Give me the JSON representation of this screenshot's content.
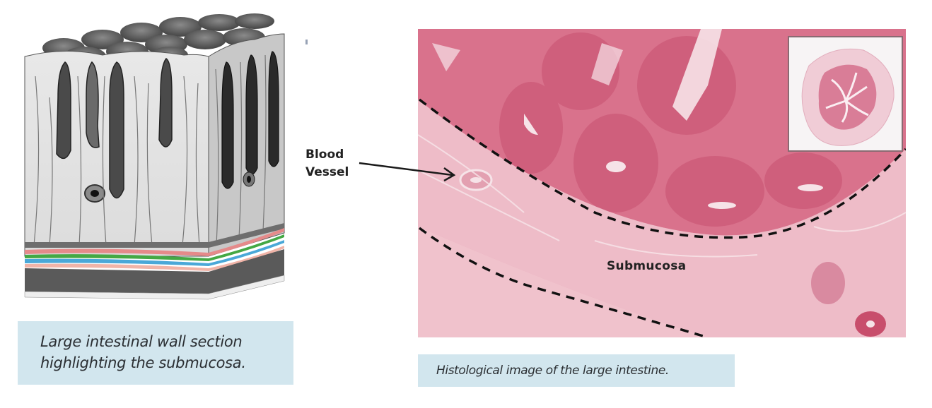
{
  "figures": {
    "left": {
      "type": "3d-diagram",
      "subject": "large intestinal wall block",
      "caption": "Large intestinal wall section highlighting the submucosa.",
      "caption_lines": [
        "Large intestinal wall section",
        "highlighting the submucosa."
      ]
    },
    "right": {
      "type": "histology-micrograph",
      "subject": "large intestine H&E stain",
      "caption": "Histological image of the large intestine.",
      "labels": {
        "blood_vessel_line1": "Blood",
        "blood_vessel_line2": "Vessel",
        "submucosa": "Submucosa"
      },
      "inset": "low-magnification cross-section of intestine"
    }
  },
  "colors": {
    "caption_bg": "#d2e6ee",
    "caption_text": "#2b2f33",
    "stain_pink": "#e07a94",
    "stain_light": "#f2c9d3",
    "dashed_line": "#111111"
  }
}
